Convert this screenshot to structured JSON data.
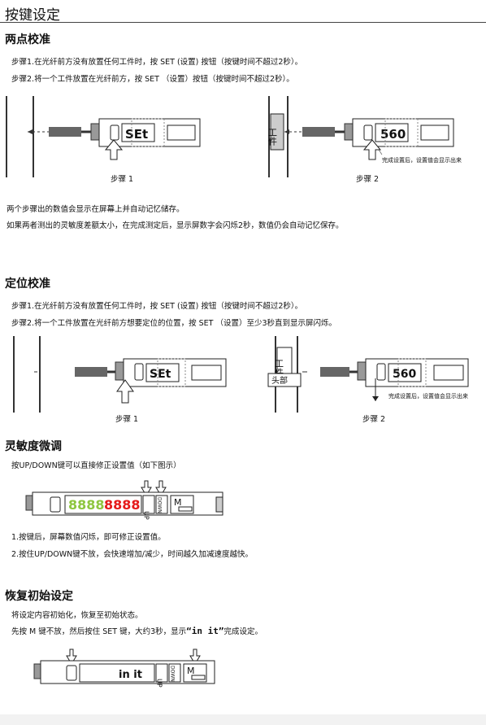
{
  "page_title": "按键设定",
  "two_point": {
    "heading": "两点校准",
    "step1": "步骤1.在光纤前方没有放置任何工件时，按 SET (设置) 按钮（按键时间不超过2秒）。",
    "step2": "步骤2.将一个工件放置在光纤前方，按 SET （设置）按钮（按键时间不超过2秒）。",
    "display1": "SEt",
    "display2": "560",
    "workpiece": "工件",
    "caption1": "步骤 1",
    "caption2": "步骤 2",
    "note": "完成设置后，设置值会显示出来",
    "para1": "两个步骤出的数值会显示在屏幕上并自动记忆储存。",
    "para2": "如果两者测出的灵敏度差额太小，在完成测定后，显示屏数字会闪烁2秒，数值仍会自动记忆保存。"
  },
  "position": {
    "heading": "定位校准",
    "step1": "步骤1.在光纤前方没有放置任何工件时，按 SET (设置) 按钮（按键时间不超过2秒）。",
    "step2": "步骤2.将一个工件放置在光纤前方想要定位的位置，按 SET （设置）至少3秒直到显示屏闪烁。",
    "display1": "SEt",
    "display2": "560",
    "workpiece": "工件",
    "head_label": "头部",
    "caption1": "步骤 1",
    "caption2": "步骤 2",
    "note": "完成设置后，设置值会显示出来"
  },
  "fine_tune": {
    "heading": "灵敏度微调",
    "intro": "按UP/DOWN键可以直接修正设置值（如下图示）",
    "green_digits": "8888",
    "red_digits": "8888",
    "btn_up": "UP",
    "btn_down": "DOWN",
    "btn_m": "M",
    "item1": "1.按键后，屏幕数值闪烁，即可修正设置值。",
    "item2": "2.按住UP/DOWN键不放，会快速增加/减少，时间越久加减速度越快。"
  },
  "reset": {
    "heading": "恢复初始设定",
    "line1": "将设定内容初始化，恢复至初始状态。",
    "line2a": "先按 M 键不放，然后按住 SET 键，大约3秒，显示",
    "line2_display": "“in it”",
    "line2b": "完成设定。",
    "display": "in it",
    "btn_up": "UP",
    "btn_down": "DOWN",
    "btn_m": "M"
  }
}
